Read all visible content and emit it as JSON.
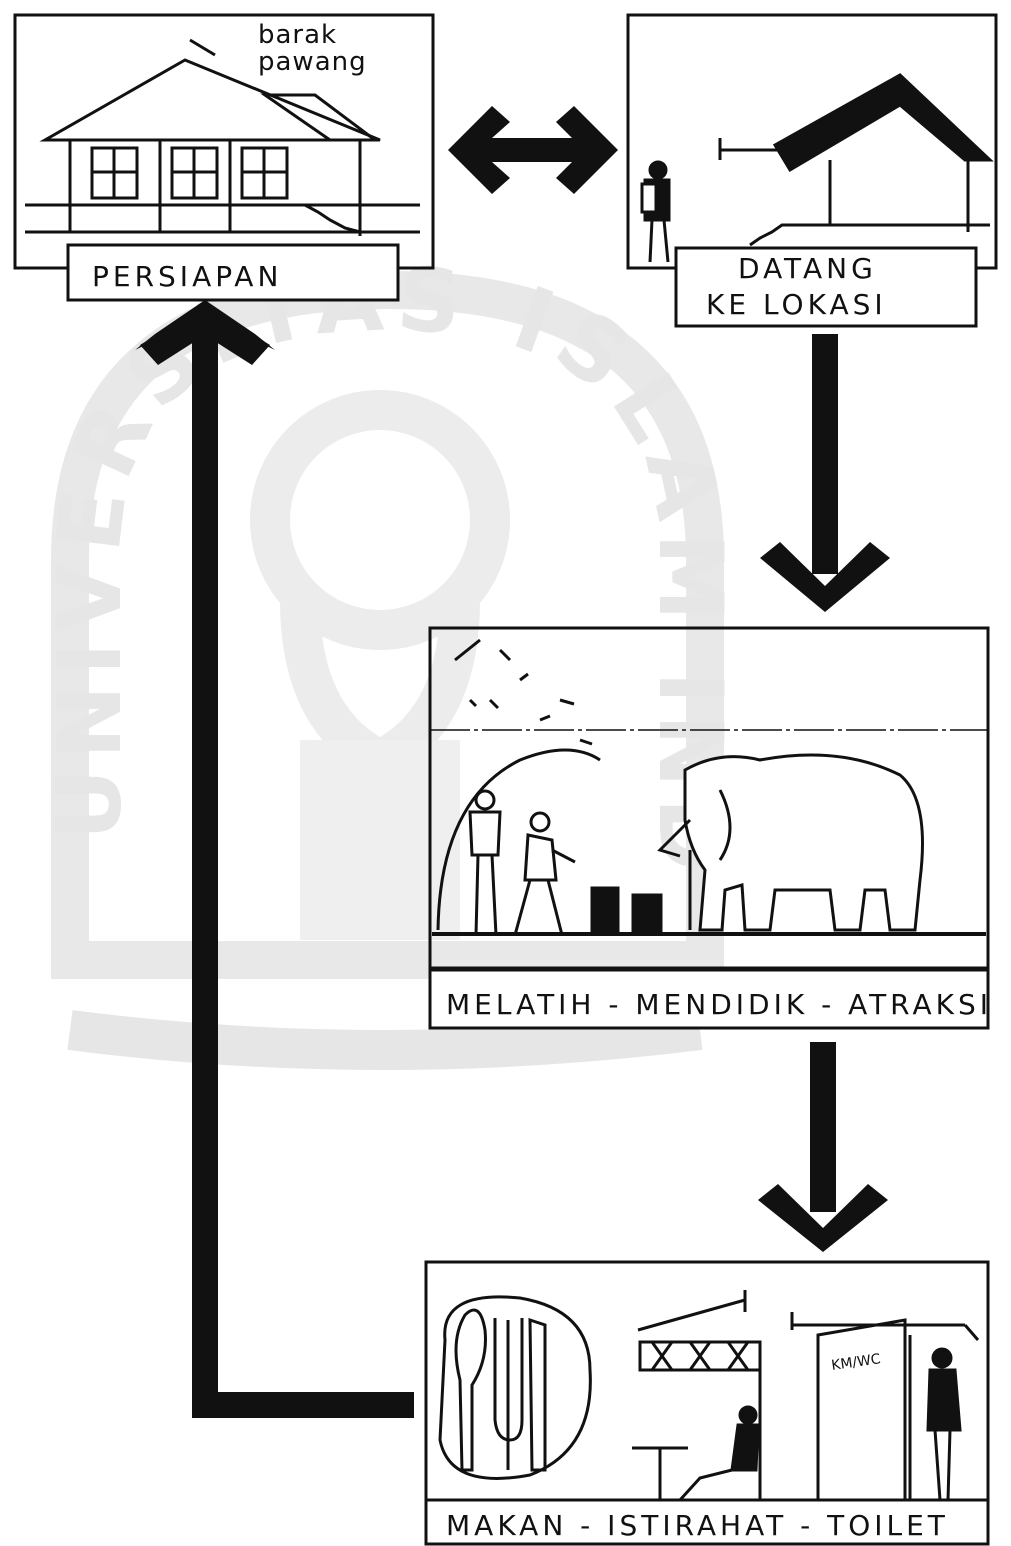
{
  "stages": {
    "persiapan": {
      "label": "PERSIAPAN",
      "note_line1": "barak",
      "note_line2": "pawang"
    },
    "datang": {
      "label_line1": "DATANG",
      "label_line2": "KE LOKASI"
    },
    "melatih": {
      "label": "MELATIH - MENDIDIK - ATRAKSI"
    },
    "makan": {
      "label": "MAKAN - ISTIRAHAT - TOILET",
      "toilet_sign": "KM/WC"
    }
  },
  "watermark": {
    "text": "UNIVERSITAS ISLAM INDONESIA"
  },
  "colors": {
    "ink": "#111111",
    "watermark": "#e6e6e6"
  }
}
